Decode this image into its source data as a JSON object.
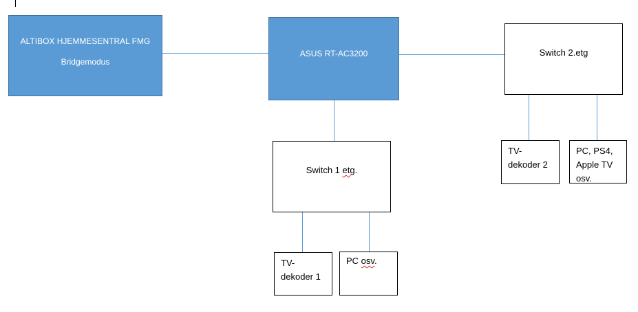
{
  "colors": {
    "box_fill_blue": "#5b9bd5",
    "box_border_blue": "#41719c",
    "connector": "#5b9bd5",
    "spellcheck_underline": "#e02020"
  },
  "nodes": {
    "altibox": {
      "line1": "ALTIBOX HJEMMESENTRAL FMG",
      "line2": "Bridgemodus"
    },
    "asus": {
      "label": "ASUS RT-AC3200"
    },
    "switch2": {
      "label": "Switch 2.etg"
    },
    "switch1": {
      "prefix": "Switch 1 ",
      "misspelled": "etg",
      "suffix": "."
    },
    "tv2": {
      "line1": "TV-",
      "line2": "dekoder 2"
    },
    "pc2": {
      "line1": "PC, PS4,",
      "line2": "Apple TV",
      "line3": "osv."
    },
    "tv1": {
      "line1": "TV-",
      "line2": "dekoder 1"
    },
    "pc1": {
      "prefix": "PC ",
      "misspelled": "osv",
      "suffix": "."
    }
  }
}
